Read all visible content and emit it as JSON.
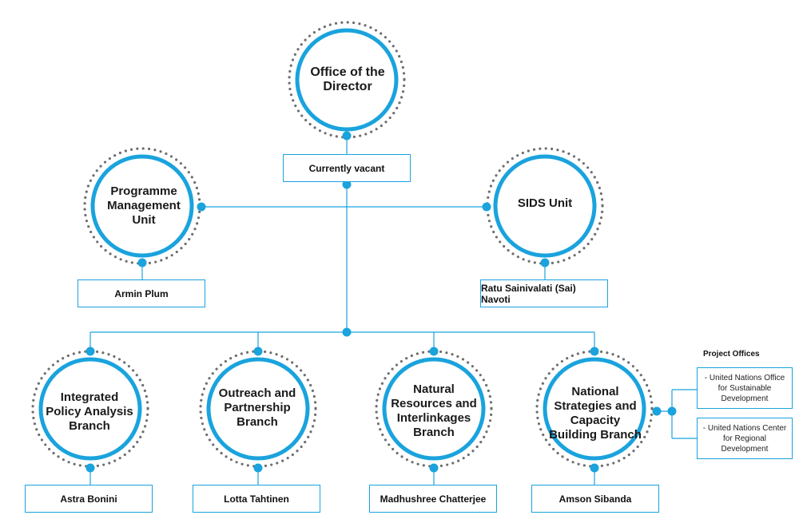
{
  "colors": {
    "accent": "#1aa3dd",
    "dots": "#6e6e6e",
    "text": "#1a1a1a"
  },
  "director": {
    "title": "Office of the Director",
    "head": "Currently vacant"
  },
  "pmu": {
    "title": "Programme Management Unit",
    "head": "Armin Plum"
  },
  "sids": {
    "title": "SIDS Unit",
    "head": "Ratu Sainivalati (Sai) Navoti"
  },
  "branches": [
    {
      "title": "Integrated Policy Analysis Branch",
      "head": "Astra Bonini"
    },
    {
      "title": "Outreach and Partnership Branch",
      "head": "Lotta Tahtinen"
    },
    {
      "title": "Natural Resources and Interlinkages Branch",
      "head": "Madhushree Chatterjee"
    },
    {
      "title": "National Strategies and Capacity Building Branch",
      "head": "Amson Sibanda"
    }
  ],
  "project_offices": {
    "title": "Project Offices",
    "items": [
      "- United Nations Office for Sustainable Development",
      "- United Nations Center for Regional Development"
    ]
  }
}
